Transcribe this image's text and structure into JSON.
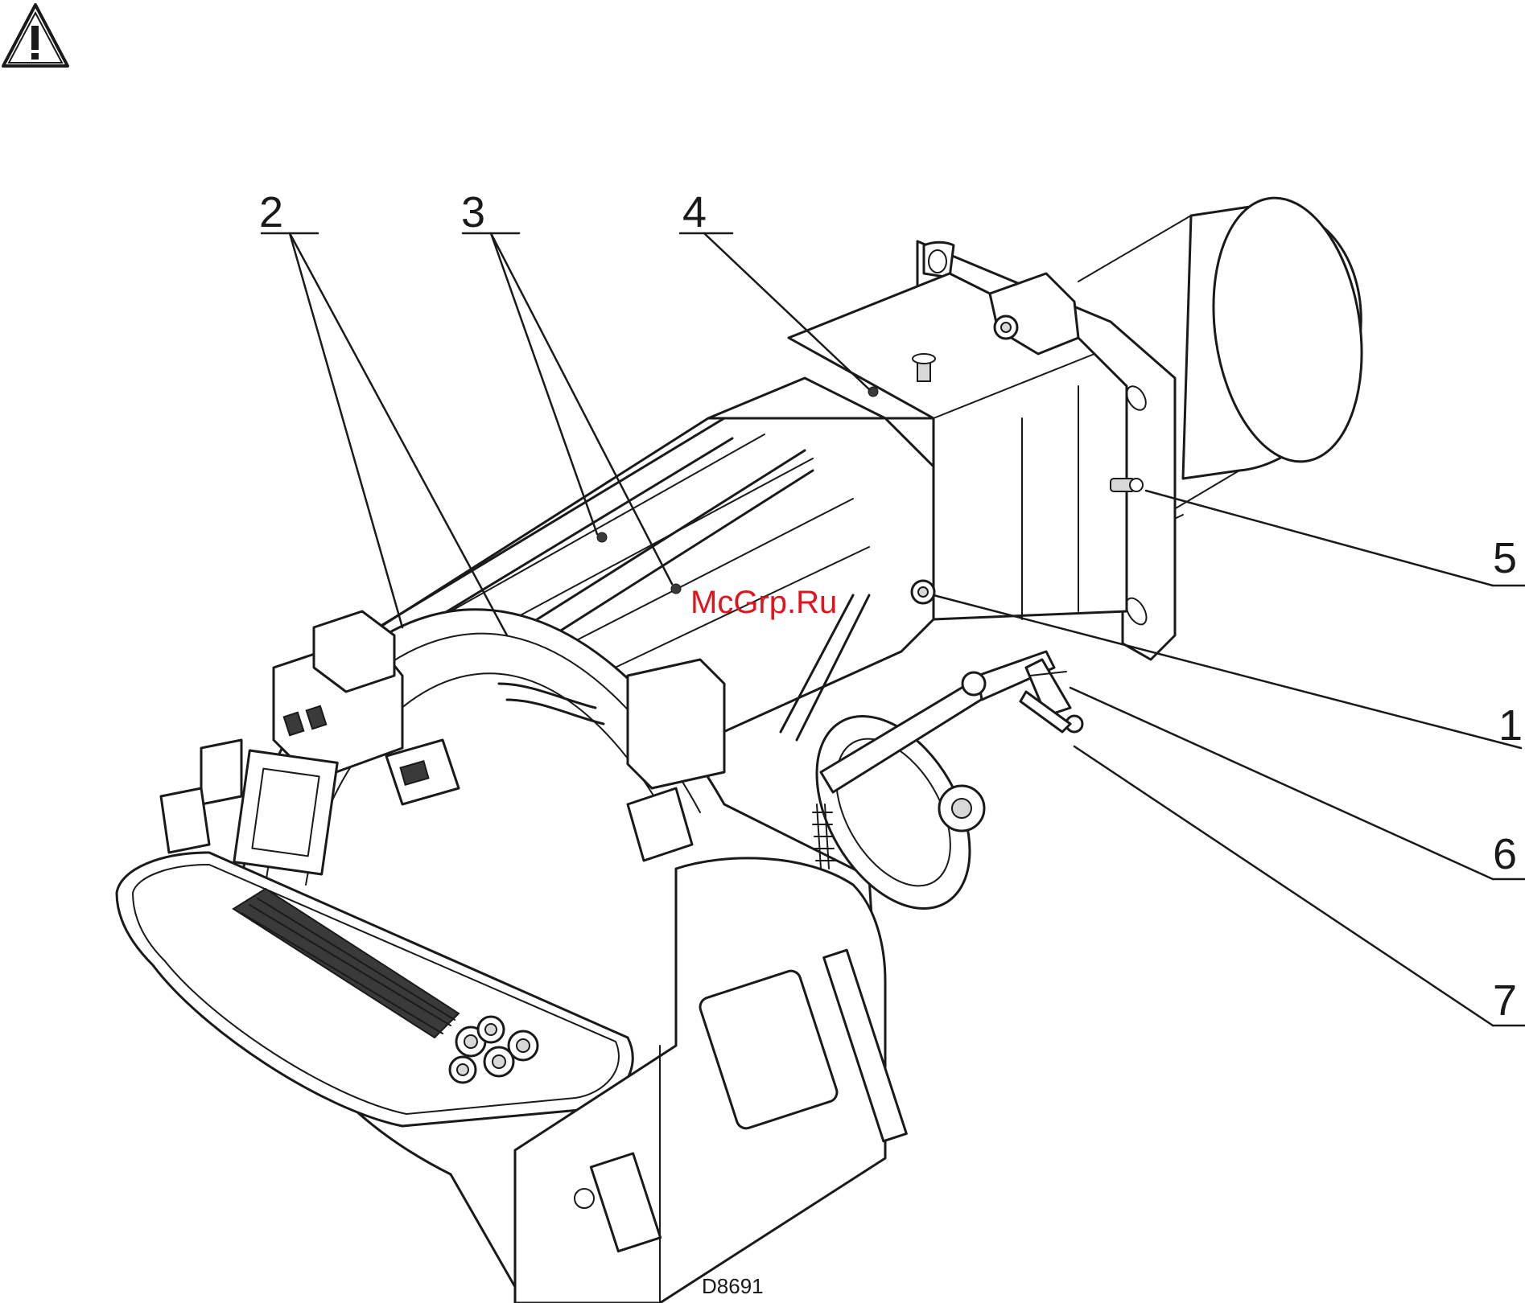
{
  "icons": {
    "warning": "warning-triangle-icon"
  },
  "callouts": [
    {
      "id": "1",
      "label": "1"
    },
    {
      "id": "2",
      "label": "2"
    },
    {
      "id": "3",
      "label": "3"
    },
    {
      "id": "4",
      "label": "4"
    },
    {
      "id": "5",
      "label": "5"
    },
    {
      "id": "6",
      "label": "6"
    },
    {
      "id": "7",
      "label": "7"
    }
  ],
  "drawing_code": "D8691",
  "watermark": "McGrp.Ru",
  "colors": {
    "line": "#1a1a1a",
    "watermark": "#e0141c"
  }
}
